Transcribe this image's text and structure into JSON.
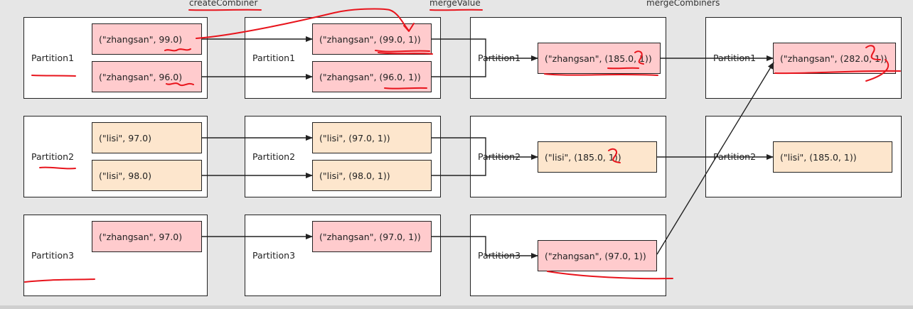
{
  "stages": {
    "create_combiner": "createCombiner",
    "merge_value": "mergeValue",
    "merge_combiners": "mergeCombiners"
  },
  "column1": {
    "partitions": [
      "Partition1",
      "Partition2",
      "Partition3"
    ],
    "records": [
      "(\"zhangsan\", 99.0)",
      "(\"zhangsan\", 96.0)",
      "(\"lisi\", 97.0)",
      "(\"lisi\", 98.0)",
      "(\"zhangsan\", 97.0)"
    ]
  },
  "column2": {
    "partitions": [
      "Partition1",
      "Partition2",
      "Partition3"
    ],
    "records": [
      "(\"zhangsan\", (99.0, 1))",
      "(\"zhangsan\", (96.0, 1))",
      "(\"lisi\", (97.0, 1))",
      "(\"lisi\", (98.0, 1))",
      "(\"zhangsan\", (97.0, 1))"
    ]
  },
  "column3": {
    "partitions": [
      "Partition1",
      "Partition2",
      "Partition3"
    ],
    "records": [
      "(\"zhangsan\", (185.0, 1))",
      "(\"lisi\", (185.0, 1))",
      "(\"zhangsan\", (97.0, 1))"
    ]
  },
  "column4": {
    "partitions": [
      "Partition1",
      "Partition2"
    ],
    "records": [
      "(\"zhangsan\", (282.0, 1))",
      "(\"lisi\", (185.0, 1))"
    ]
  },
  "colors": {
    "zhangsan_fill": "#ffcbcd",
    "lisi_fill": "#fde6cd",
    "annotation_ink": "#e8141c"
  }
}
